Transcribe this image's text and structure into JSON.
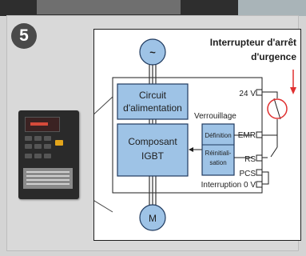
{
  "step_number": "5",
  "title_line1": "Interrupteur d'arrêt",
  "title_line2": "d'urgence",
  "motor_top_symbol": "~",
  "motor_bottom_label": "M",
  "block_power": {
    "line1": "Circuit",
    "line2": "d'alimentation"
  },
  "block_igbt": {
    "line1": "Composant",
    "line2": "IGBT"
  },
  "lock_label": "Verrouillage",
  "block_definition": "Définition",
  "block_reset": {
    "line1": "Réinitiali-",
    "line2": "sation"
  },
  "terminals": {
    "v24": "24 V",
    "emr": "EMR",
    "rs": "RS",
    "pcs": "PCS",
    "interruption": "Interruption 0 V"
  },
  "colors": {
    "block_fill": "#9ec3e6",
    "block_border": "#1f3a5f",
    "emergency_red": "#e03030"
  }
}
